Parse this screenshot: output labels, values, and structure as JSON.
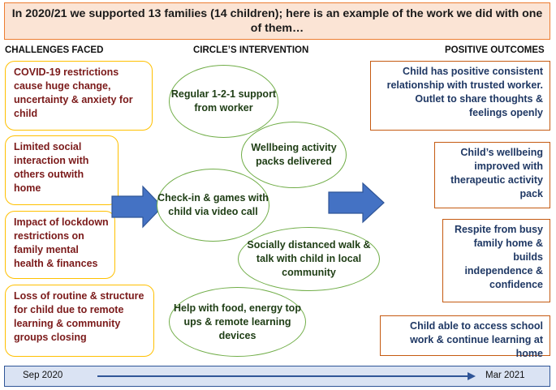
{
  "banner": {
    "text": "In 2020/21 we supported 13 families (14 children); here is an example of the work we did with one of them…"
  },
  "headings": {
    "challenges": "CHALLENGES FACED",
    "intervention": "CIRCLE’S INTERVENTION",
    "outcomes": "POSITIVE OUTCOMES"
  },
  "challenges": [
    "COVID-19 restrictions cause huge change, uncertainty & anxiety for child",
    "Limited social interaction with others outwith home",
    "Impact of lockdown restrictions on family mental health & finances",
    "Loss of routine & structure for child due to remote learning & community groups closing"
  ],
  "interventions": [
    "Regular 1-2-1 support from worker",
    "Wellbeing activity packs delivered",
    "Check-in & games with child via video call",
    "Socially distanced walk & talk with child in local community",
    "Help with food, energy top ups & remote learning devices"
  ],
  "outcomes": [
    "Child has positive consistent relationship with trusted worker. Outlet to share thoughts & feelings openly",
    "Child’s wellbeing improved with therapeutic activity pack",
    "Respite from busy family home & builds independence & confidence",
    "Child able to access school work & continue learning at home"
  ],
  "timeline": {
    "start": "Sep 2020",
    "end": "Mar 2021"
  },
  "colors": {
    "banner_fill": "#fbe4d5",
    "banner_border": "#ed7d31",
    "challenge_border": "#ffc000",
    "challenge_text": "#7b1a1a",
    "intervention_border": "#70ad47",
    "outcome_border": "#c55a11",
    "outcome_text": "#1f3864",
    "arrow_fill": "#4472c4",
    "timeline_fill": "#dae3f3"
  }
}
